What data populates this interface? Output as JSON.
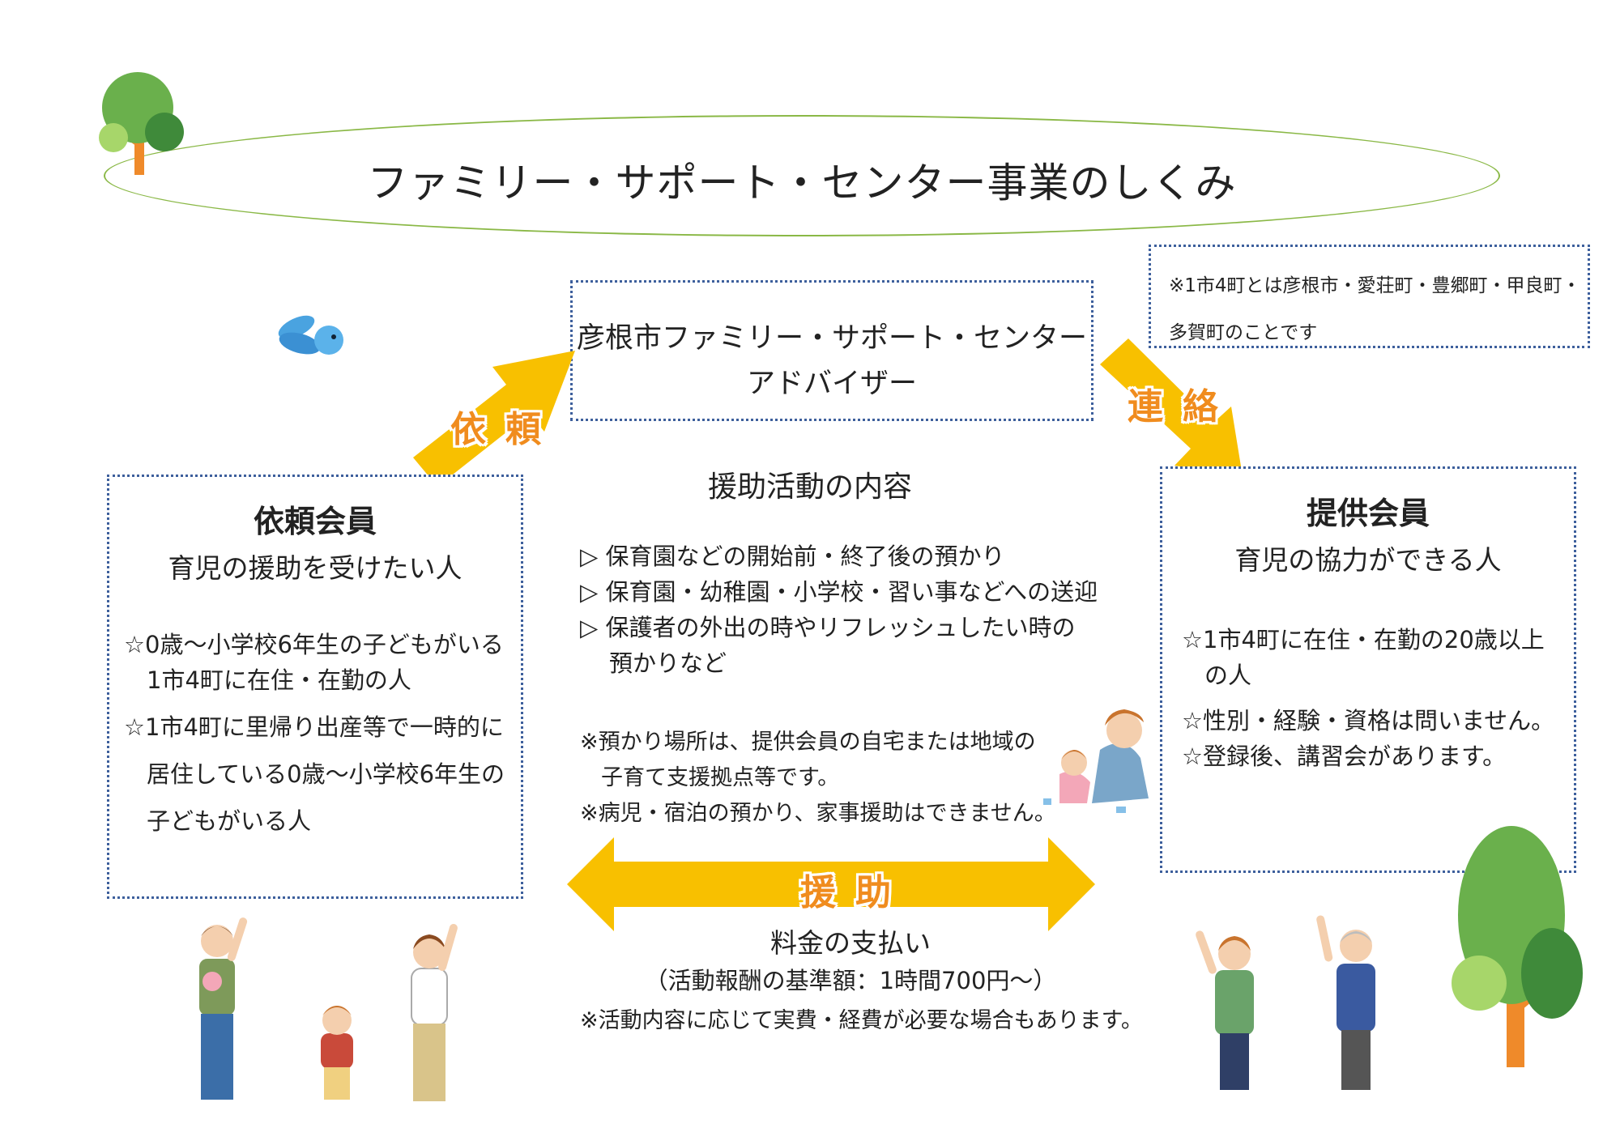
{
  "title": "ファミリー・サポート・センター事業のしくみ",
  "note_top": {
    "line1": "※1市4町とは彦根市・愛荘町・豊郷町・甲良町・",
    "line2": "多賀町のことです"
  },
  "center": {
    "line1": "彦根市ファミリー・サポート・センター",
    "line2": "アドバイザー"
  },
  "arrows": {
    "request": "依頼",
    "contact": "連絡",
    "support": "援助"
  },
  "requester": {
    "title": "依頼会員",
    "subtitle": "育児の援助を受けたい人",
    "items": [
      "☆0歳～小学校6年生の子どもがいる",
      "1市4町に在住・在勤の人",
      "☆1市4町に里帰り出産等で一時的に",
      "居住している0歳～小学校6年生の",
      "子どもがいる人"
    ]
  },
  "activity": {
    "title": "援助活動の内容",
    "items": [
      "▷ 保育園などの開始前・終了後の預かり",
      "▷ 保育園・幼稚園・小学校・習い事などへの送迎",
      "▷ 保護者の外出の時やリフレッシュしたい時の",
      "預かりなど"
    ],
    "notes": [
      "※預かり場所は、提供会員の自宅または地域の",
      "子育て支援拠点等です。",
      "※病児・宿泊の預かり、家事援助はできません。"
    ]
  },
  "provider": {
    "title": "提供会員",
    "subtitle": "育児の協力ができる人",
    "items": [
      "☆1市4町に在住・在勤の20歳以上",
      "の人",
      "☆性別・経験・資格は問いません。",
      "☆登録後、講習会があります。"
    ]
  },
  "payment": {
    "title": "料金の支払い",
    "detail": "（活動報酬の基準額：1時間700円～）",
    "note": "※活動内容に応じて実費・経費が必要な場合もあります。"
  },
  "colors": {
    "arrow": "#f8c000",
    "label": "#f08c1e",
    "border": "#3d5f9c",
    "ellipse": "#8ab846"
  },
  "icons": [
    "tree-icon",
    "bird-icon",
    "family-icon",
    "mother-child-icon",
    "helpers-icon"
  ]
}
